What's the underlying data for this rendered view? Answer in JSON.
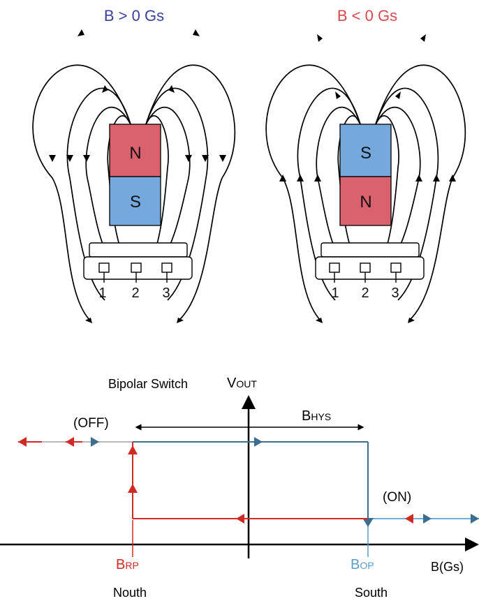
{
  "top": {
    "left_panel": {
      "field_label": "B > 0 Gs",
      "upper_pole": "N",
      "lower_pole": "S"
    },
    "right_panel": {
      "field_label": "B < 0 Gs",
      "upper_pole": "S",
      "lower_pole": "N"
    },
    "pins": [
      "1",
      "2",
      "3"
    ]
  },
  "graph": {
    "title": "Bipolar Switch",
    "y_axis": {
      "main": "V",
      "sub": "OUT"
    },
    "x_axis_label": "B(Gs)",
    "off_label": "(OFF)",
    "on_label": "(ON)",
    "hysteresis": {
      "main": "B",
      "sub": "HYS"
    },
    "release_point": {
      "main": "B",
      "sub": "RP",
      "pole": "Nouth"
    },
    "operate_point": {
      "main": "B",
      "sub": "OP",
      "pole": "South"
    }
  },
  "colors": {
    "north": "#d9626e",
    "south": "#75a8dc",
    "label_blue": "#3a3f9e",
    "label_red": "#d9474f",
    "trace_red": "#d12a24",
    "trace_blue": "#3b6e8f",
    "bop_blue": "#5a9cc8",
    "off_line": "#b8b8b8",
    "axis": "#000000"
  }
}
